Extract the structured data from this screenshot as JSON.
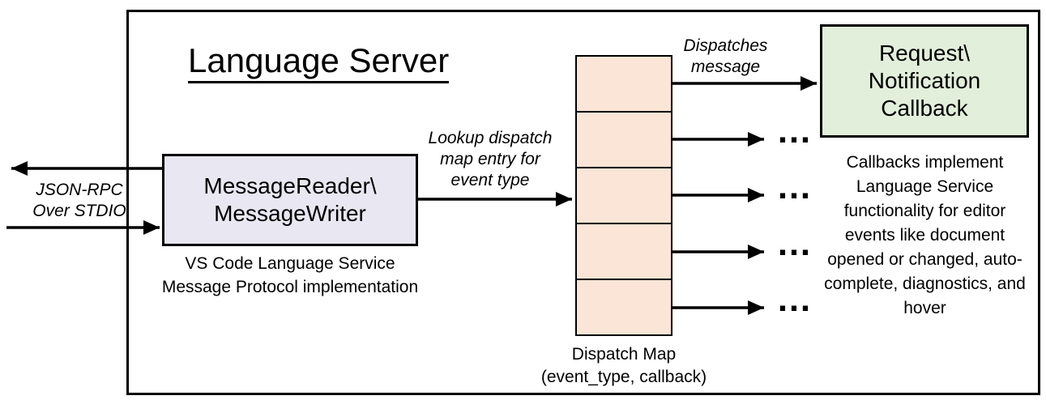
{
  "title": "Language Server",
  "left_io": {
    "line1": "JSON-RPC",
    "line2": "Over STDIO"
  },
  "reader_box": {
    "line1": "MessageReader\\",
    "line2": "MessageWriter",
    "caption_line1": "VS Code Language Service",
    "caption_line2": "Message Protocol implementation"
  },
  "lookup_label": {
    "line1": "Lookup dispatch",
    "line2": "map entry for",
    "line3": "event type"
  },
  "dispatch_map": {
    "rows": 5,
    "caption_line1": "Dispatch Map",
    "caption_line2": "(event_type, callback)"
  },
  "dispatch_label": {
    "line1": "Dispatches",
    "line2": "message"
  },
  "callback_box": {
    "line1": "Request\\",
    "line2": "Notification",
    "line3": "Callback"
  },
  "callbacks_note": "Callbacks implement Language Service functionality for editor events like document opened or changed, auto-complete, diagnostics, and hover",
  "ellipsis": "…",
  "colors": {
    "reader_box_fill": "#e8e7f2",
    "dispatch_cell_fill": "#fbe5d6",
    "callback_box_fill": "#e2efda",
    "line": "#000000"
  }
}
